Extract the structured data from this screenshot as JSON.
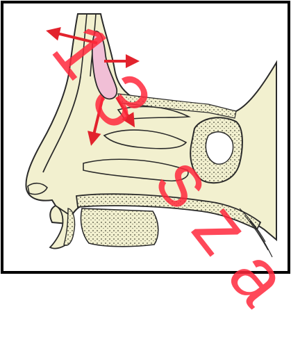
{
  "watermark": {
    "text": "13 sza",
    "color": "#ff2a3c"
  },
  "colors": {
    "frame": "#000000",
    "bone": "#f2f0cf",
    "outline": "#2a2a2a",
    "sinus": "#f1bfd6",
    "arrow": "#e2232d"
  },
  "arrows": [
    {
      "name": "arrow-up-left"
    },
    {
      "name": "arrow-right"
    },
    {
      "name": "arrow-down"
    },
    {
      "name": "arrow-down-right"
    }
  ]
}
